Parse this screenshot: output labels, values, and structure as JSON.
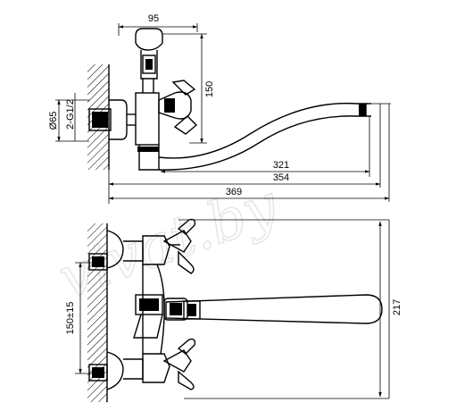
{
  "dimensions": {
    "width_95": "95",
    "height_150": "150",
    "diameter_65": "Ø65",
    "thread": "2-G1/2",
    "spout_321": "321",
    "spout_354": "354",
    "spout_369": "369",
    "centers": "150±15",
    "height_217": "217"
  },
  "watermark": {
    "text": "vivat.by",
    "color": "#e4e4e4"
  }
}
